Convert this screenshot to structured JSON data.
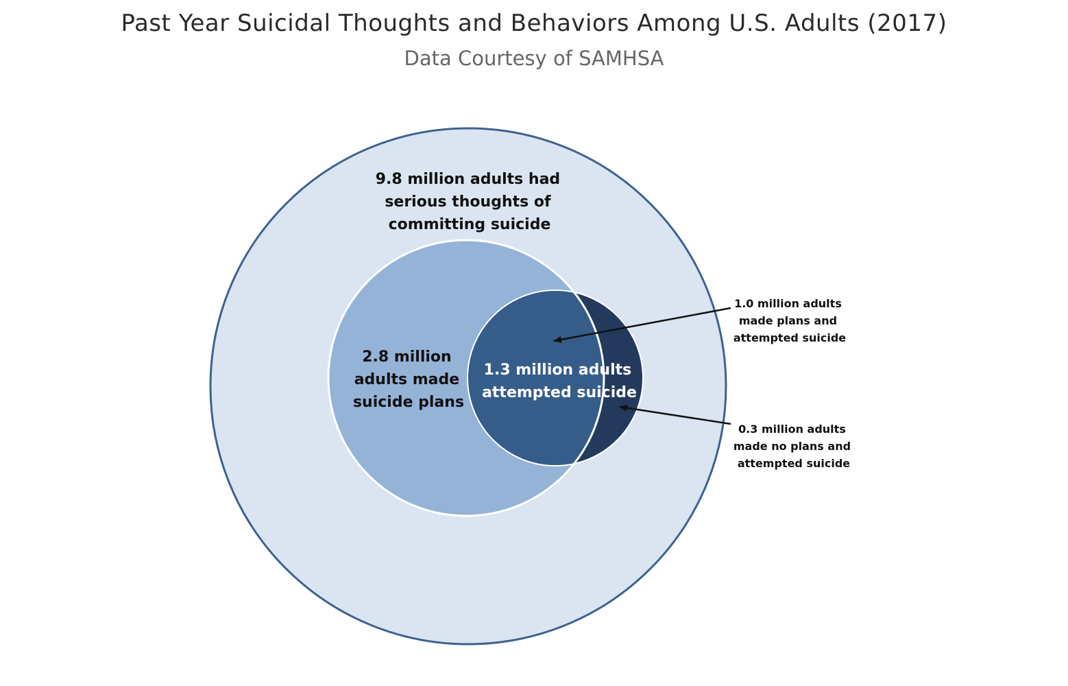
{
  "header": {
    "title": "Past Year Suicidal Thoughts and Behaviors Among U.S. Adults (2017)",
    "subtitle": "Data Courtesy of SAMHSA"
  },
  "diagram": {
    "outer_circle": {
      "lines": [
        "9.8 million adults had",
        "serious thoughts of",
        "committing suicide"
      ],
      "value_millions": 9.8,
      "fill": "#dbe5f1",
      "stroke": "#3f6191"
    },
    "plans_circle": {
      "lines": [
        "2.8 million",
        "adults made",
        "suicide plans"
      ],
      "value_millions": 2.8,
      "fill": "#95b3d7"
    },
    "attempt_circle": {
      "lines": [
        "1.3 million adults",
        "attempted suicide"
      ],
      "value_millions": 1.3,
      "fill": "#365c8a",
      "no_plan_fill": "#233a5c"
    },
    "callouts": [
      {
        "lines": [
          "1.0 million adults",
          "made plans and",
          "attempted suicide"
        ],
        "value_millions": 1.0
      },
      {
        "lines": [
          "0.3 million adults",
          "made no plans and",
          "attempted suicide"
        ],
        "value_millions": 0.3
      }
    ]
  }
}
